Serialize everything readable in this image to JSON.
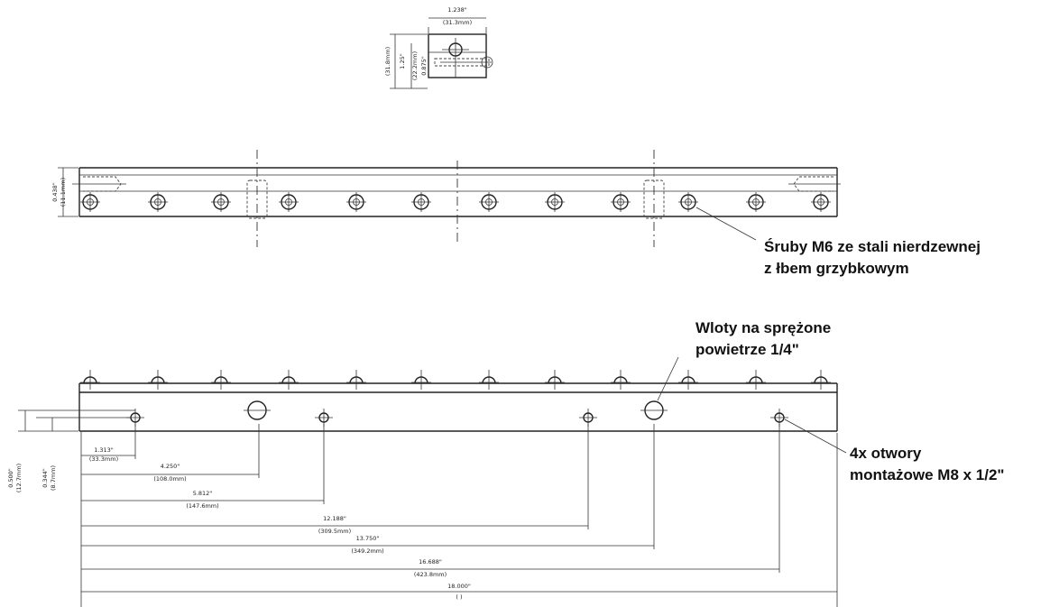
{
  "callouts": {
    "screws": {
      "line1": "Śruby M6 ze stali nierdzewnej",
      "line2": "z łbem grzybkowym"
    },
    "inlets": {
      "line1": "Wloty na sprężone",
      "line2": "powietrze 1/4\""
    },
    "mounting_holes": {
      "line1": "4x otwory",
      "line2": "montażowe M8 x 1/2\""
    }
  },
  "end_view": {
    "width_in": "1.238\"",
    "width_mm": "(31.3mm)",
    "h1_in": "1.25\"",
    "h1_mm": "(31.8mm)",
    "h2_in": "0.875\"",
    "h2_mm": "(22.2mm)"
  },
  "side_view": {
    "height_in": "0.438\"",
    "height_mm": "(11.1mm)"
  },
  "plan_view": {
    "offset1_in": "0.500\"",
    "offset1_mm": "(12.7mm)",
    "offset2_in": "0.344\"",
    "offset2_mm": "(8.7mm)",
    "dims": [
      {
        "in": "1.313\"",
        "mm": "(33.3mm)"
      },
      {
        "in": "4.250\"",
        "mm": "(108.0mm)"
      },
      {
        "in": "5.812\"",
        "mm": "(147.6mm)"
      },
      {
        "in": "12.188\"",
        "mm": "(309.5mm)"
      },
      {
        "in": "13.750\"",
        "mm": "(349.2mm)"
      },
      {
        "in": "16.688\"",
        "mm": "(423.8mm)"
      },
      {
        "in": "18.000\"",
        "mm": "(   )"
      }
    ]
  }
}
